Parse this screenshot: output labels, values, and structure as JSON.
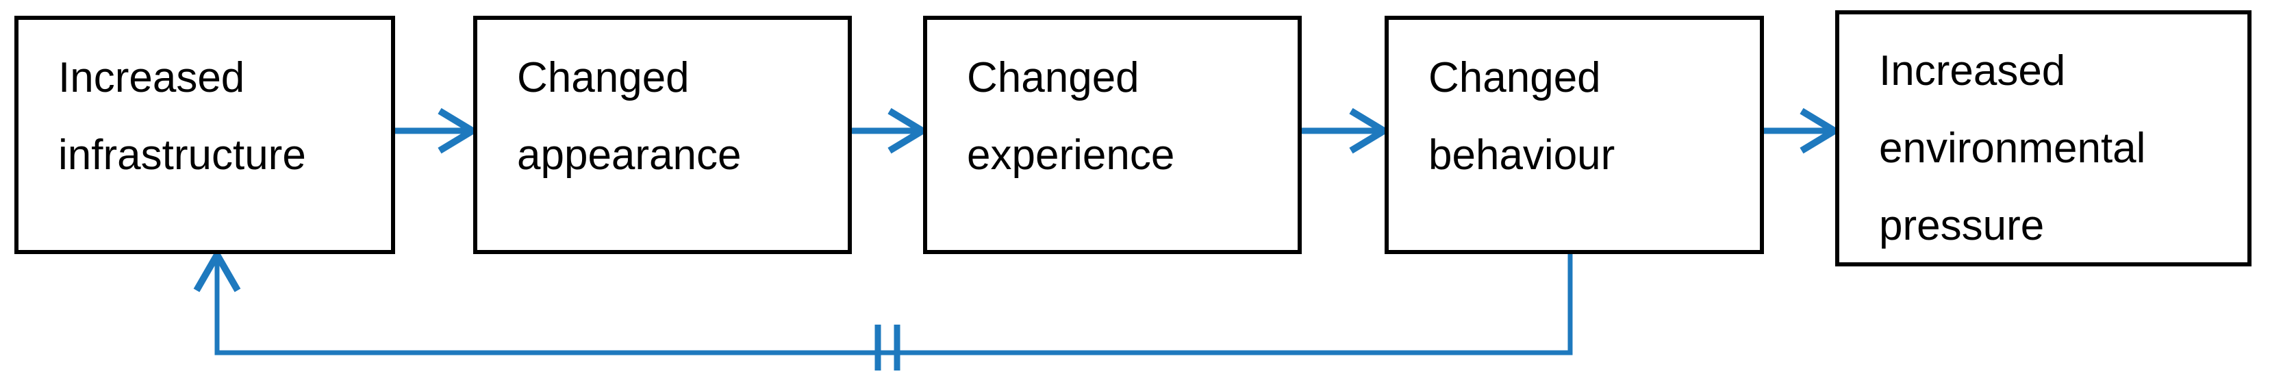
{
  "diagram": {
    "type": "flow-diagram",
    "description": "Causal chain with delayed feedback loop",
    "boxes": [
      {
        "id": "increased-infrastructure",
        "label": "Increased infrastructure",
        "lines": [
          "Increased",
          "infrastructure"
        ]
      },
      {
        "id": "changed-appearance",
        "label": "Changed appearance",
        "lines": [
          "Changed",
          "appearance"
        ]
      },
      {
        "id": "changed-experience",
        "label": "Changed experience",
        "lines": [
          "Changed",
          "experience"
        ]
      },
      {
        "id": "changed-behaviour",
        "label": "Changed behaviour",
        "lines": [
          "Changed",
          "behaviour"
        ]
      },
      {
        "id": "increased-environmental-pressure",
        "label": "Increased environmental pressure",
        "lines": [
          "Increased",
          "environmental",
          "pressure"
        ]
      }
    ],
    "connections": [
      {
        "from": "increased-infrastructure",
        "to": "changed-appearance",
        "type": "arrow"
      },
      {
        "from": "changed-appearance",
        "to": "changed-experience",
        "type": "arrow"
      },
      {
        "from": "changed-experience",
        "to": "changed-behaviour",
        "type": "arrow"
      },
      {
        "from": "changed-behaviour",
        "to": "increased-environmental-pressure",
        "type": "arrow"
      },
      {
        "from": "changed-behaviour",
        "to": "increased-infrastructure",
        "type": "feedback-arrow",
        "mark": "delay-double-tick"
      }
    ],
    "colors": {
      "arrow": "#1E79BE",
      "box_border": "#000000",
      "box_fill": "#FFFFFF",
      "text": "#000000",
      "background": "#FFFFFF"
    }
  }
}
